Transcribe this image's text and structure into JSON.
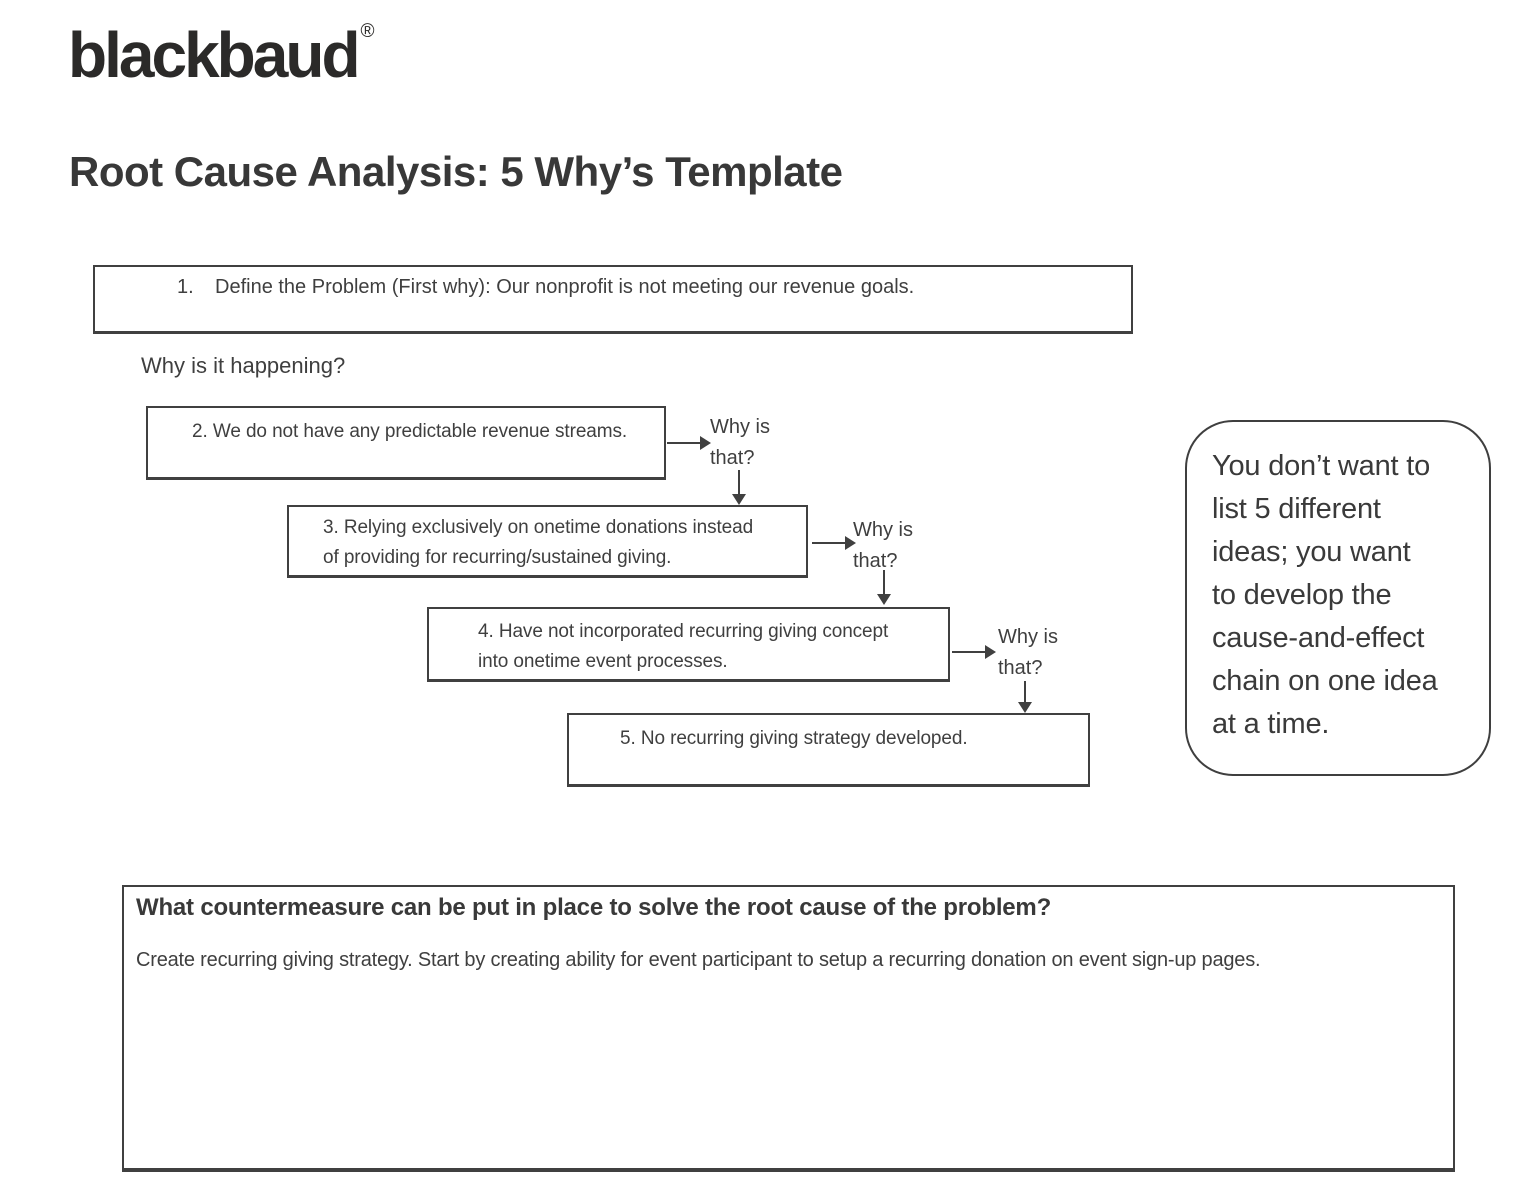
{
  "header": {
    "logo": "blackbaud",
    "registered_mark": "®",
    "title": "Root Cause Analysis: 5 Why’s Template"
  },
  "diagram": {
    "problem": {
      "number": "1.",
      "text": "Define the Problem (First why): Our nonprofit is not meeting our revenue goals."
    },
    "why_question": "Why is it happening?",
    "cascade": [
      {
        "text": "2. We do not have any predictable revenue streams."
      },
      {
        "text": "3. Relying exclusively on onetime donations instead\nof providing for recurring/sustained giving."
      },
      {
        "text": "4. Have not incorporated recurring giving concept\ninto onetime event processes."
      },
      {
        "text": "5. No recurring giving strategy developed."
      }
    ],
    "connector_labels": [
      "Why is\nthat?",
      "Why is\nthat?",
      "Why is\nthat?"
    ],
    "callout_note": "You don’t want to\nlist 5 different\nideas; you want\nto develop the\ncause-and-effect\nchain on one idea\nat a time."
  },
  "countermeasure": {
    "heading": "What countermeasure can be put in place to solve the root cause of the problem?",
    "body": "Create recurring giving strategy. Start by creating ability for event participant to setup a recurring donation on event sign-up pages."
  },
  "colors": {
    "ink": "#3f3f3f",
    "border": "#404040",
    "background": "#ffffff"
  }
}
